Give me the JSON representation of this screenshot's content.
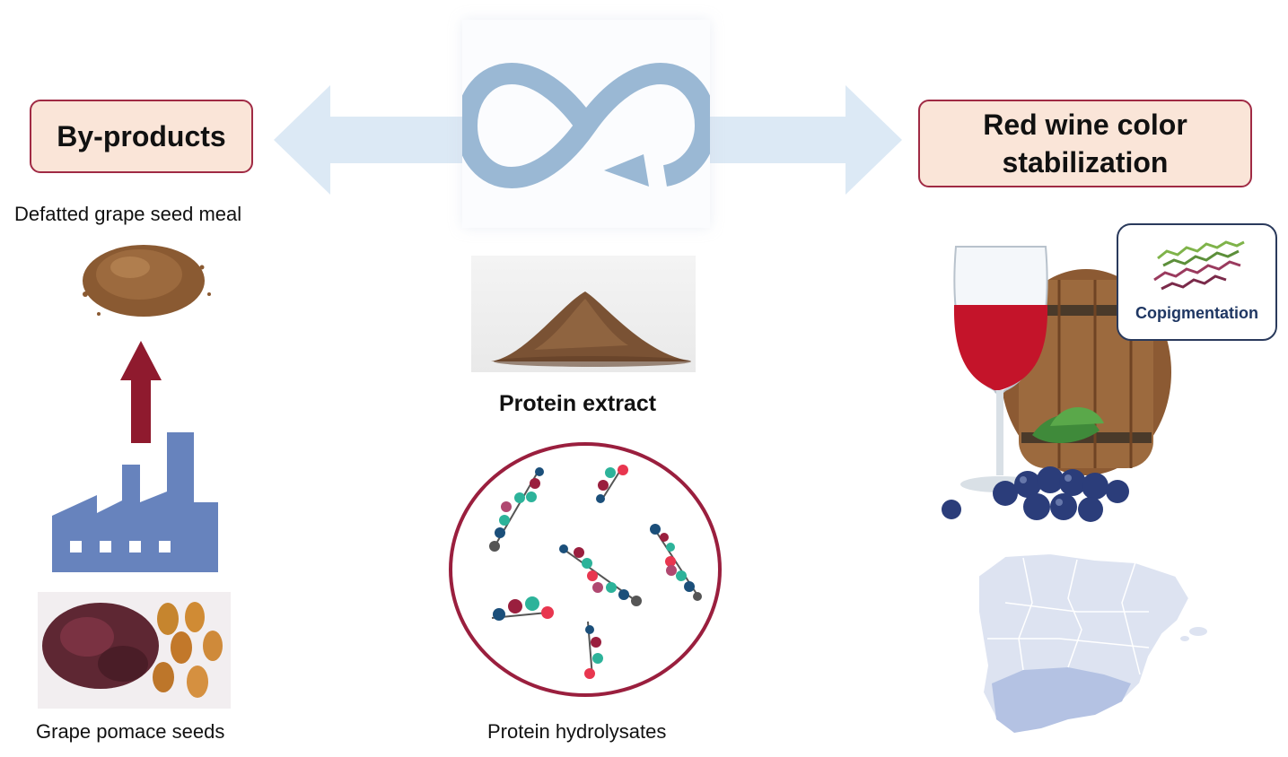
{
  "boxes": {
    "byproducts": "By-products",
    "red_wine_line1": "Red wine color",
    "red_wine_line2": "stabilization"
  },
  "labels": {
    "defatted_meal": "Defatted grape seed meal",
    "pomace_seeds": "Grape pomace seeds",
    "protein_extract": "Protein extract",
    "protein_hydrolysates": "Protein hydrolysates",
    "copigmentation": "Copigmentation"
  },
  "colors": {
    "box_fill": "#fae5d8",
    "box_border": "#a02a44",
    "arrow_light": "#dce9f5",
    "infinity": "#9ab8d4",
    "factory": "#6783bd",
    "up_arrow": "#8f1a2e",
    "circle_border": "#9a1f3e"
  },
  "icons": {
    "center": "infinity-loop-icon",
    "factory": "factory-icon",
    "up_arrow": "up-arrow-icon"
  }
}
